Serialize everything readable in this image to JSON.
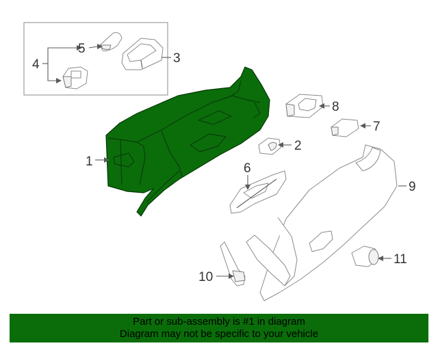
{
  "diagram": {
    "highlight_color": "#0a6d0a",
    "callouts": {
      "c1": "1",
      "c2": "2",
      "c3": "3",
      "c4": "4",
      "c5": "5",
      "c6": "6",
      "c7": "7",
      "c8": "8",
      "c9": "9",
      "c10": "10",
      "c11": "11"
    }
  },
  "banner": {
    "line1": "Part or sub-assembly is #1 in diagram",
    "line2": "Diagram may not be specific to your vehicle",
    "color": "#0a6d0a"
  }
}
